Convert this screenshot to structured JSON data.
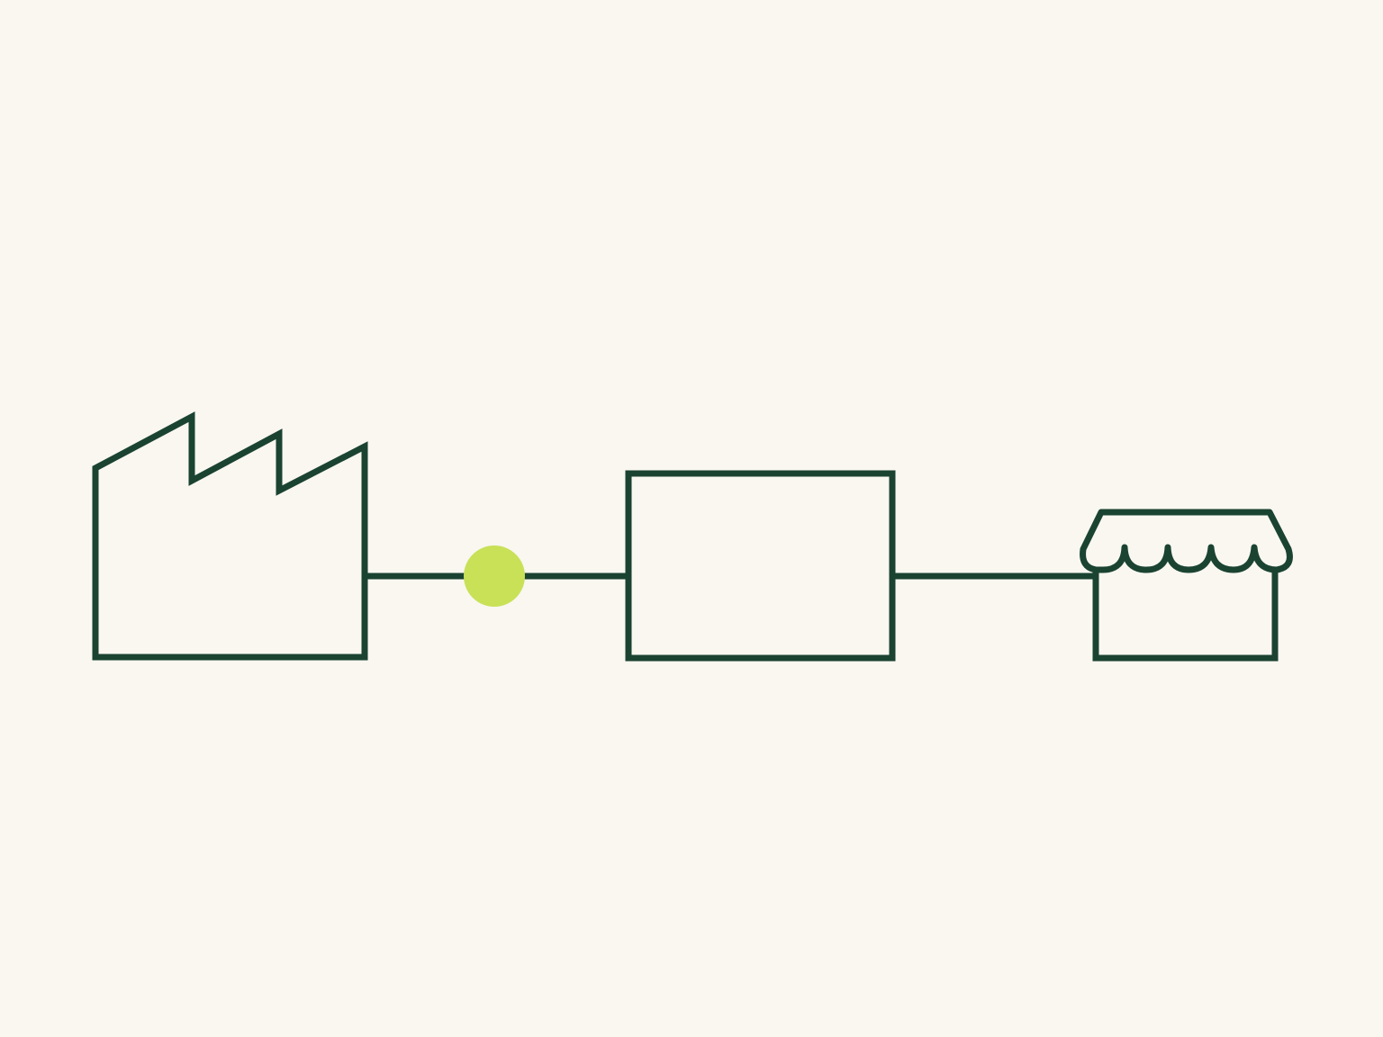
{
  "diagram": {
    "nodes": [
      {
        "id": "factory",
        "icon": "factory-icon"
      },
      {
        "id": "warehouse",
        "icon": "box-icon"
      },
      {
        "id": "store",
        "icon": "storefront-icon"
      }
    ],
    "connectors": [
      {
        "from": "factory",
        "to": "warehouse",
        "marker": "dot"
      },
      {
        "from": "warehouse",
        "to": "store"
      }
    ]
  },
  "colors": {
    "background": "#f9f7f0",
    "stroke": "#1b4332",
    "marker": "#c8e157"
  }
}
